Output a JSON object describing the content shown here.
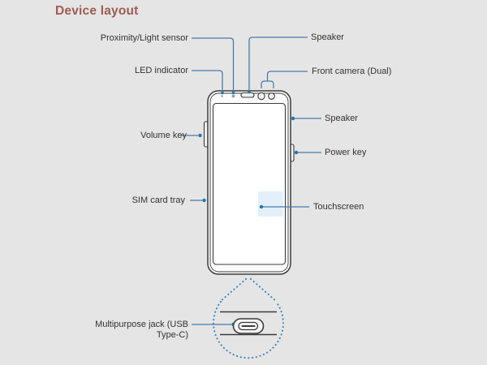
{
  "title": "Device layout",
  "labels": {
    "proximity_light_sensor": "Proximity/Light sensor",
    "speaker_top": "Speaker",
    "led_indicator": "LED indicator",
    "front_camera": "Front camera (Dual)",
    "volume_key": "Volume key",
    "speaker_side": "Speaker",
    "power_key": "Power key",
    "sim_card_tray": "SIM card tray",
    "touchscreen": "Touchscreen",
    "multipurpose_jack_line1": "Multipurpose jack (USB",
    "multipurpose_jack_line2": "Type-C)"
  },
  "colors": {
    "background": "#e6e5e5",
    "title": "#9d5c55",
    "label_text": "#323232",
    "callout_line": "#4a7caa",
    "callout_dot": "#1d78a6",
    "dotted_circle": "#3884bd",
    "phone_outline": "#3b3b3b",
    "screen_fill": "#ffffff",
    "touch_highlight": "#e4f0f9"
  }
}
